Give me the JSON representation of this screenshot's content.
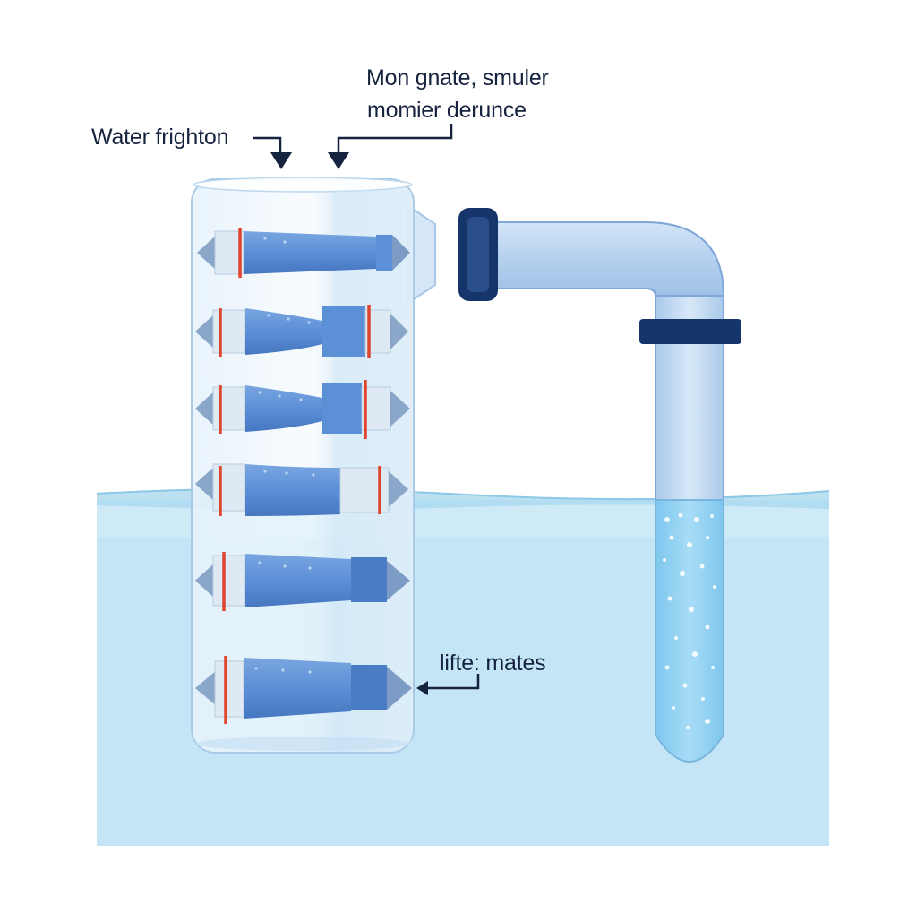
{
  "labels": {
    "top_line1": "Mon gnate, smuler",
    "top_line2": "momier derunce",
    "left": "Water frighton",
    "bottom": "lifte: mates"
  },
  "colors": {
    "water": "#c9e8f6",
    "water_deep": "#b8e0f3",
    "cartridge": "#5b8fd6",
    "cartridge_dark": "#4a7cc4",
    "glass": "#dfeef9",
    "glass_edge": "#a8cbe8",
    "pipe": "#bcd6f1",
    "pipe_edge": "#6c97cf",
    "collar": "#16356a",
    "red_ring": "#e0442c",
    "label_text": "#16233f"
  },
  "icons": [
    "arrow-down-icon",
    "arrow-left-icon"
  ]
}
